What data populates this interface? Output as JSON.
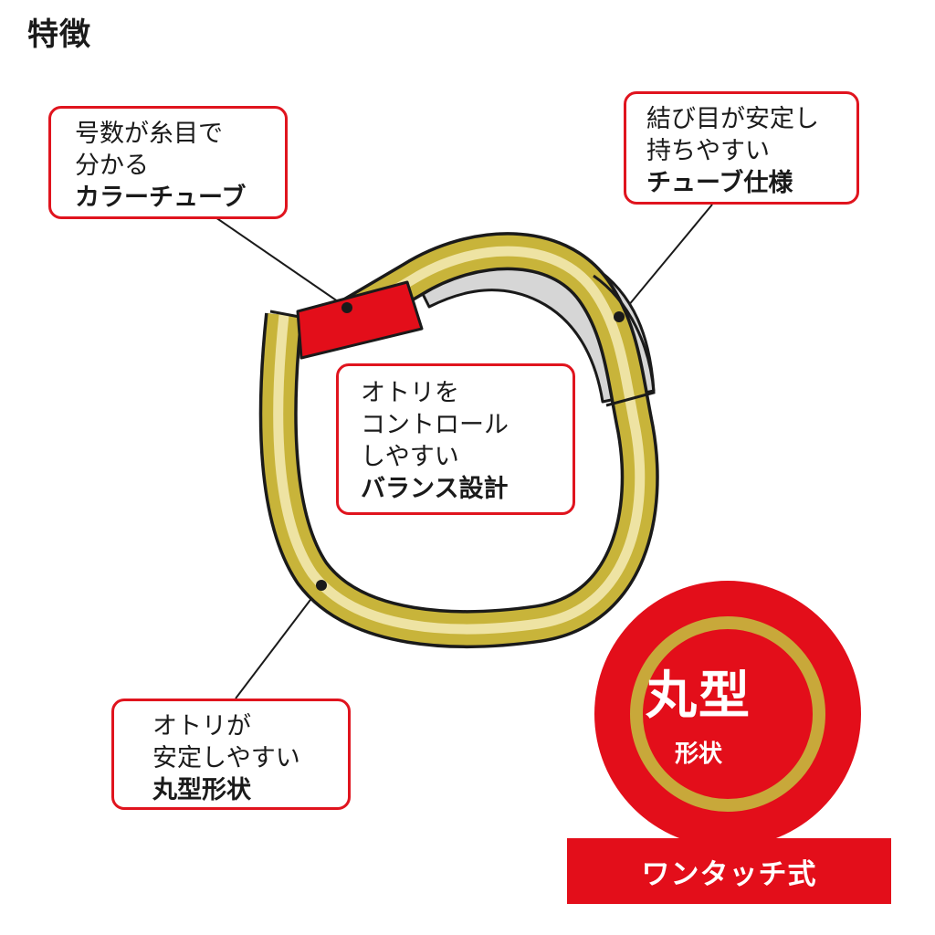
{
  "header": {
    "title": "特徴"
  },
  "callouts": {
    "color_tube": {
      "line1": "号数が糸目で",
      "line2": "分かる",
      "line3": "カラーチューブ"
    },
    "tube_spec": {
      "line1": "結び目が安定し",
      "line2": "持ちやすい",
      "line3": "チューブ仕様"
    },
    "balance": {
      "line1": "オトリを",
      "line2": "コントロール",
      "line3": "しやすい",
      "line4": "バランス設計"
    },
    "round_shape": {
      "line1": "オトリが",
      "line2": "安定しやすい",
      "line3": "丸型形状"
    }
  },
  "badge": {
    "main": "丸型",
    "sub": "形状"
  },
  "banner": {
    "label": "ワンタッチ式"
  },
  "colors": {
    "accent_red": "#e30e1a",
    "ring_gold": "#c8b43a",
    "ring_gold_light": "#eee3a3",
    "tube_gray": "#d6d6d6",
    "outline": "#1a1a1a"
  }
}
